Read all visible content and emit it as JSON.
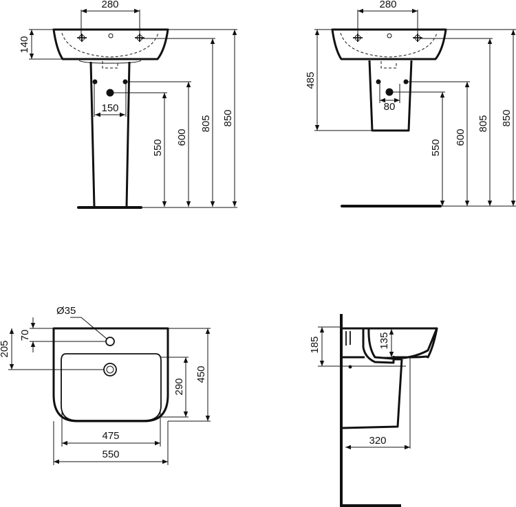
{
  "views": {
    "pedestal_front": {
      "tap_spacing": "280",
      "basin_height": "140",
      "supply_spacing": "150",
      "waste_height": "550",
      "supply_height": "600",
      "bowl_rim_height": "805",
      "overall_height": "850"
    },
    "semi_pedestal_front": {
      "tap_spacing": "280",
      "drop_height": "485",
      "supply_spacing": "80",
      "waste_height": "550",
      "supply_height": "600",
      "bowl_rim_height": "805",
      "overall_height": "850"
    },
    "top_view": {
      "tap_hole_diameter": "Ø35",
      "tap_hole_offset": "70",
      "waste_offset": "205",
      "bowl_depth": "290",
      "overall_depth": "450",
      "bowl_width": "475",
      "overall_width": "550"
    },
    "side_view": {
      "overall_height": "185",
      "bowl_height": "135",
      "pedestal_projection": "320"
    }
  }
}
